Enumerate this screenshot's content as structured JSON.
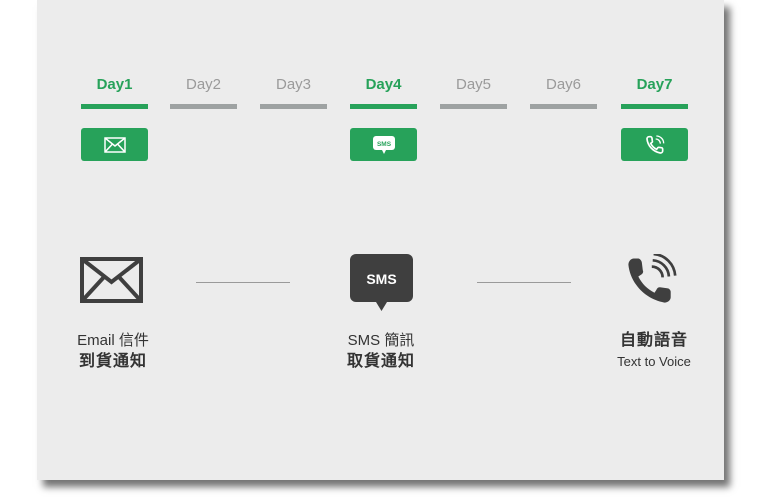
{
  "colors": {
    "accent": "#27a25a",
    "inactive": "#9ea2a2",
    "card": "#ececec",
    "icon_dark": "#3f3f3f"
  },
  "timeline": {
    "days": [
      {
        "label": "Day1",
        "active": true,
        "icon": "envelope-icon"
      },
      {
        "label": "Day2",
        "active": false
      },
      {
        "label": "Day3",
        "active": false
      },
      {
        "label": "Day4",
        "active": true,
        "icon": "sms-bubble-icon",
        "icon_text": "SMS"
      },
      {
        "label": "Day5",
        "active": false
      },
      {
        "label": "Day6",
        "active": false
      },
      {
        "label": "Day7",
        "active": true,
        "icon": "phone-ringing-icon"
      }
    ]
  },
  "channels": [
    {
      "icon": "envelope-icon",
      "line1": "Email 信件",
      "line2": "到貨通知"
    },
    {
      "icon": "sms-bubble-icon",
      "icon_text": "SMS",
      "line1": "SMS 簡訊",
      "line2": "取貨通知"
    },
    {
      "icon": "phone-ringing-icon",
      "line1": "自動語音",
      "line2": "Text to Voice"
    }
  ]
}
